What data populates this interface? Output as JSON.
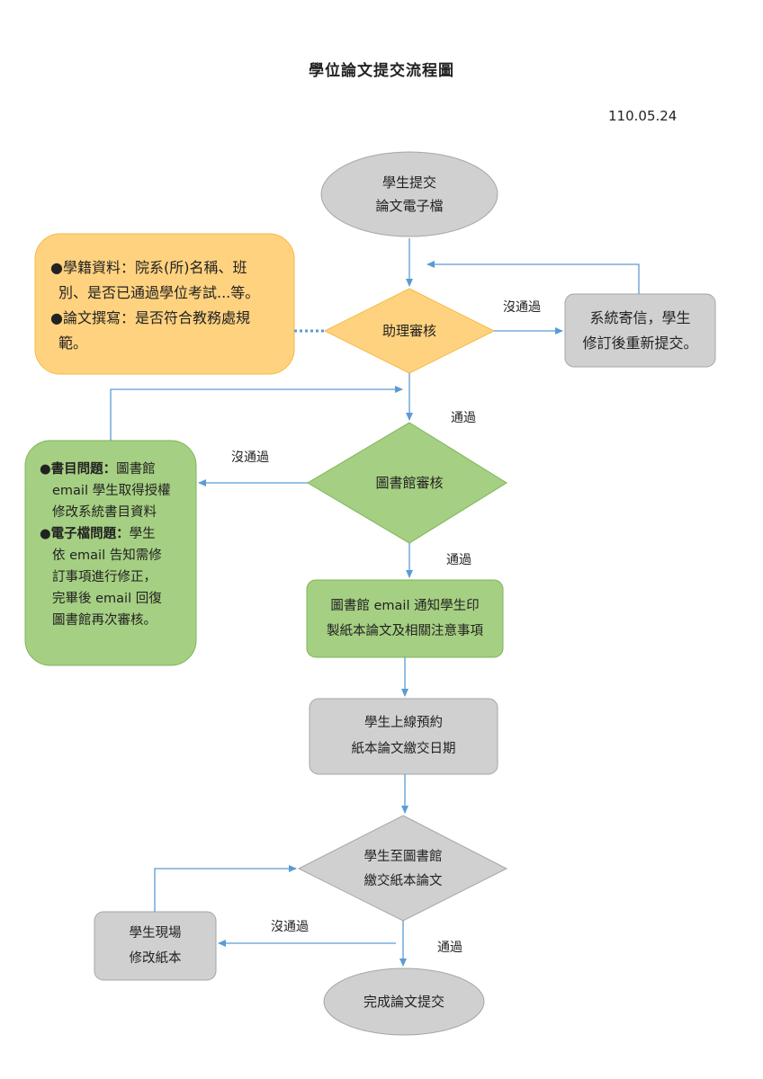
{
  "title": "學位論文提交流程圖",
  "date": "110.05.24",
  "nodes": {
    "start": {
      "line1": "學生提交",
      "line2": "論文電子檔"
    },
    "assistant_review": {
      "label": "助理審核"
    },
    "resubmit": {
      "line1": "系統寄信，學生",
      "line2": "修訂後重新提交。"
    },
    "library_review": {
      "label": "圖書館審核"
    },
    "notify_print": {
      "line1": "圖書館 email 通知學生印",
      "line2": "製紙本論文及相關注意事項"
    },
    "book_appointment": {
      "line1": "學生上線預約",
      "line2": "紙本論文繳交日期"
    },
    "submit_paper": {
      "line1": "學生至圖書館",
      "line2": "繳交紙本論文"
    },
    "fix_onsite": {
      "line1": "學生現場",
      "line2": "修改紙本"
    },
    "end": {
      "label": "完成論文提交"
    }
  },
  "notes": {
    "assistant": {
      "bullet": "●",
      "item1_line1": "學籍資料：院系(所)名稱、班",
      "item1_line2": "別、是否已通過學位考試...等。",
      "item2_line1": "論文撰寫：是否符合教務處規",
      "item2_line2": "範。"
    },
    "library": {
      "bullet": "●",
      "item1_bold": "書目問題：",
      "item1_text1": "圖書館",
      "item1_line2": "email 學生取得授權",
      "item1_line3": "修改系統書目資料",
      "item2_bold": "電子檔問題：",
      "item2_text1": "學生",
      "item2_line2": "依 email 告知需修",
      "item2_line3": "訂事項進行修正，",
      "item2_line4": "完畢後 email 回復",
      "item2_line5": "圖書館再次審核。"
    }
  },
  "edges": {
    "fail_1": "沒通過",
    "pass_1": "通過",
    "fail_2": "沒通過",
    "pass_2": "通過",
    "fail_3": "沒通過",
    "pass_3": "通過"
  },
  "colors": {
    "gray_fill": "#D0D0D0",
    "gray_stroke": "#A6A6A6",
    "orange_fill": "#FFD27F",
    "orange_stroke": "#F4B942",
    "green_fill": "#A5CF82",
    "green_stroke": "#7FB55A",
    "arrow": "#5B9BD5"
  }
}
